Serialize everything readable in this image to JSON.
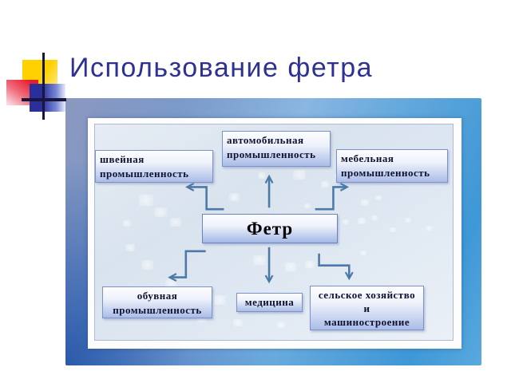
{
  "slide": {
    "title": "Использование фетра"
  },
  "diagram": {
    "center": {
      "label": "Фетр"
    },
    "nodes": [
      {
        "name": "sewing-industry",
        "lines": [
          "швейная",
          "промышленность"
        ]
      },
      {
        "name": "automotive-industry",
        "lines": [
          "автомобильная",
          "промышленность"
        ]
      },
      {
        "name": "furniture-industry",
        "lines": [
          "мебельная",
          "промышленность"
        ]
      },
      {
        "name": "footwear-industry",
        "lines": [
          "обувная",
          "промышленность"
        ]
      },
      {
        "name": "medicine",
        "lines": [
          "медицина"
        ]
      },
      {
        "name": "agriculture-machinery",
        "lines": [
          "сельское хозяйство",
          "и",
          "машиностроение"
        ]
      }
    ]
  },
  "colors": {
    "title_text": "#2e3092",
    "box_text": "#0f1230",
    "center_text": "#000000",
    "arrow": "#4d79a7",
    "box_border": "#7d92c8",
    "box_gradient_top": "#fcfdff",
    "box_gradient_bottom": "#aabde8",
    "panel_band_topleft": "#8b98bf",
    "panel_band_right": "#3e97d6",
    "panel_band_bottomleft": "#164aa3",
    "inner_background": "#dde6f0",
    "decoration_yellow": "#ffd100",
    "decoration_red": "#e81e2e",
    "decoration_blue": "#2b2f9c"
  }
}
